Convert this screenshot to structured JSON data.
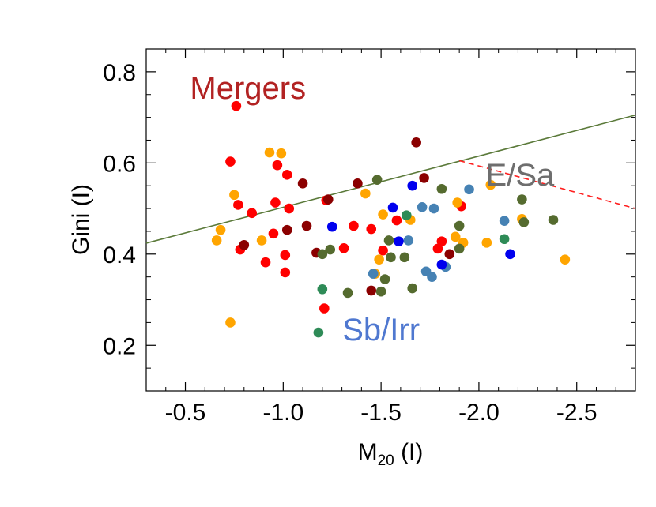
{
  "chart_data": {
    "type": "scatter",
    "title": "",
    "xlabel": "M20 (I)",
    "xlabel_main": "M",
    "xlabel_sub": "20",
    "xlabel_tail": " (I)",
    "ylabel": "Gini (I)",
    "xlim": [
      -0.3,
      -2.8
    ],
    "ylim": [
      0.1,
      0.85
    ],
    "x_reversed": true,
    "grid": false,
    "xticks": [
      -0.5,
      -1.0,
      -1.5,
      -2.0,
      -2.5
    ],
    "xtick_labels": [
      "-0.5",
      "-1.0",
      "-1.5",
      "-2.0",
      "-2.5"
    ],
    "yticks": [
      0.2,
      0.4,
      0.6,
      0.8
    ],
    "ytick_labels": [
      "0.2",
      "0.4",
      "0.6",
      "0.8"
    ],
    "annotations": [
      {
        "text": "Mergers",
        "color": "#b22222",
        "x": -0.82,
        "y": 0.765
      },
      {
        "text": "E/Sa",
        "color": "#6e6e6e",
        "x": -2.21,
        "y": 0.575
      },
      {
        "text": "Sb/Irr",
        "color": "#4f78d0",
        "x": -1.5,
        "y": 0.235
      }
    ],
    "lines": [
      {
        "name": "merger-boundary",
        "color": "#5b7a3a",
        "style": "solid",
        "x": [
          -0.3,
          -2.8
        ],
        "y": [
          0.424,
          0.705
        ]
      },
      {
        "name": "e-sa-boundary",
        "color": "#ff2020",
        "style": "dashed",
        "x": [
          -1.9,
          -2.8
        ],
        "y": [
          0.605,
          0.5
        ]
      }
    ],
    "series": [
      {
        "color": "#ff0000",
        "points": [
          [
            -0.76,
            0.725
          ],
          [
            -0.73,
            0.603
          ],
          [
            -0.84,
            0.49
          ],
          [
            -0.77,
            0.508
          ],
          [
            -0.78,
            0.41
          ],
          [
            -0.91,
            0.382
          ],
          [
            -0.97,
            0.595
          ],
          [
            -0.96,
            0.513
          ],
          [
            -1.02,
            0.574
          ],
          [
            -1.03,
            0.5
          ],
          [
            -0.95,
            0.445
          ],
          [
            -1.01,
            0.398
          ],
          [
            -1.01,
            0.36
          ],
          [
            -1.22,
            0.518
          ],
          [
            -1.21,
            0.281
          ],
          [
            -1.31,
            0.413
          ],
          [
            -1.36,
            0.462
          ],
          [
            -1.45,
            0.455
          ],
          [
            -1.51,
            0.408
          ],
          [
            -1.58,
            0.474
          ],
          [
            -1.81,
            0.428
          ],
          [
            -1.79,
            0.412
          ],
          [
            -1.91,
            0.505
          ]
        ]
      },
      {
        "color": "#8b0000",
        "points": [
          [
            -0.8,
            0.42
          ],
          [
            -1.1,
            0.555
          ],
          [
            -1.02,
            0.453
          ],
          [
            -1.12,
            0.462
          ],
          [
            -1.17,
            0.403
          ],
          [
            -1.23,
            0.52
          ],
          [
            -1.38,
            0.555
          ],
          [
            -1.45,
            0.32
          ],
          [
            -1.68,
            0.645
          ],
          [
            -1.72,
            0.567
          ],
          [
            -1.85,
            0.4
          ]
        ]
      },
      {
        "color": "#ffa500",
        "points": [
          [
            -0.66,
            0.43
          ],
          [
            -0.68,
            0.453
          ],
          [
            -0.75,
            0.53
          ],
          [
            -0.73,
            0.25
          ],
          [
            -0.93,
            0.623
          ],
          [
            -0.99,
            0.621
          ],
          [
            -0.89,
            0.43
          ],
          [
            -1.42,
            0.533
          ],
          [
            -1.49,
            0.388
          ],
          [
            -1.51,
            0.487
          ],
          [
            -1.65,
            0.475
          ],
          [
            -1.89,
            0.513
          ],
          [
            -1.88,
            0.438
          ],
          [
            -1.92,
            0.425
          ],
          [
            -2.04,
            0.425
          ],
          [
            -2.06,
            0.552
          ],
          [
            -2.22,
            0.477
          ],
          [
            -2.44,
            0.388
          ],
          [
            -1.47,
            0.357
          ]
        ]
      },
      {
        "color": "#556b2f",
        "points": [
          [
            -1.2,
            0.4
          ],
          [
            -1.24,
            0.41
          ],
          [
            -1.33,
            0.315
          ],
          [
            -1.48,
            0.563
          ],
          [
            -1.52,
            0.345
          ],
          [
            -1.5,
            0.318
          ],
          [
            -1.54,
            0.43
          ],
          [
            -1.55,
            0.393
          ],
          [
            -1.62,
            0.393
          ],
          [
            -1.66,
            0.325
          ],
          [
            -1.81,
            0.543
          ],
          [
            -1.9,
            0.462
          ],
          [
            -1.9,
            0.412
          ],
          [
            -2.22,
            0.52
          ],
          [
            -2.23,
            0.47
          ],
          [
            -2.38,
            0.475
          ]
        ]
      },
      {
        "color": "#2e8b57",
        "points": [
          [
            -1.2,
            0.323
          ],
          [
            -1.18,
            0.228
          ],
          [
            -1.63,
            0.485
          ],
          [
            -2.13,
            0.433
          ]
        ]
      },
      {
        "color": "#4682b4",
        "points": [
          [
            -1.46,
            0.357
          ],
          [
            -1.64,
            0.43
          ],
          [
            -1.71,
            0.503
          ],
          [
            -1.73,
            0.362
          ],
          [
            -1.77,
            0.5
          ],
          [
            -1.76,
            0.35
          ],
          [
            -1.83,
            0.372
          ],
          [
            -1.95,
            0.542
          ],
          [
            -2.13,
            0.473
          ]
        ]
      },
      {
        "color": "#0000ee",
        "points": [
          [
            -1.25,
            0.46
          ],
          [
            -1.56,
            0.502
          ],
          [
            -1.59,
            0.428
          ],
          [
            -1.66,
            0.55
          ],
          [
            -1.81,
            0.377
          ],
          [
            -2.16,
            0.4
          ]
        ]
      }
    ]
  }
}
